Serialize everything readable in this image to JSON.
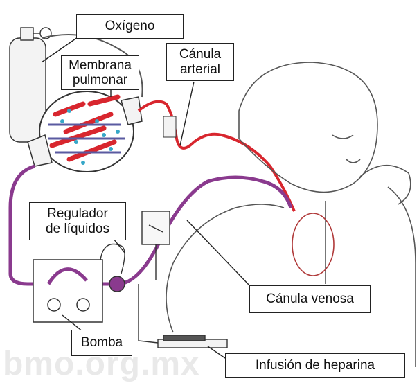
{
  "labels": {
    "oxigeno": "Oxígeno",
    "membrana_line1": "Membrana",
    "membrana_line2": "pulmonar",
    "canula_arterial_line1": "Cánula",
    "canula_arterial_line2": "arterial",
    "regulador_line1": "Regulador",
    "regulador_line2": "de líquidos",
    "canula_venosa": "Cánula venosa",
    "bomba": "Bomba",
    "infusion": "Infusión de heparina"
  },
  "watermark": "bmo.org.mx",
  "colors": {
    "arterial_red": "#d8262e",
    "venous_purple": "#8a3a8e",
    "outline": "#222222"
  }
}
